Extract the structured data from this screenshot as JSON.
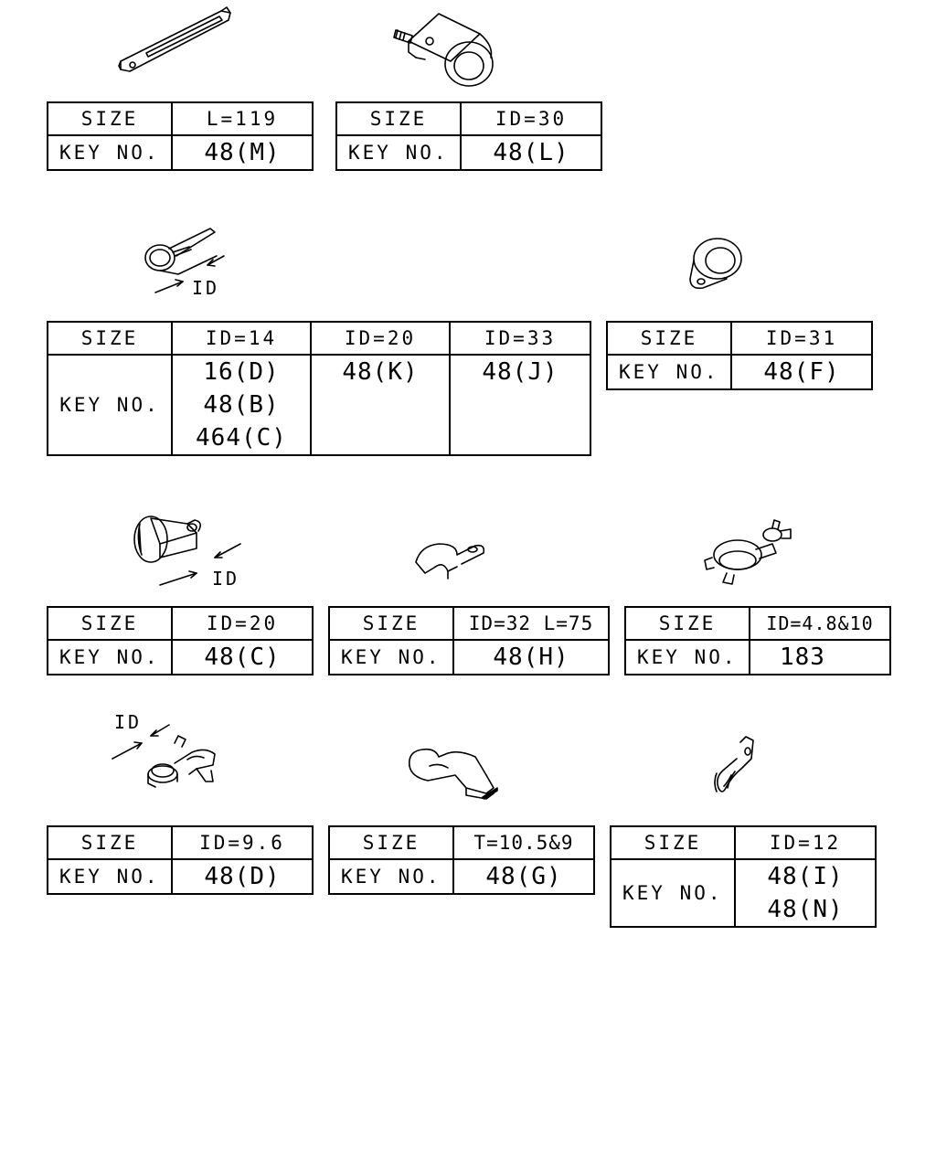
{
  "labels": {
    "size": "SIZE",
    "key": "KEY NO.",
    "id": "ID"
  },
  "tables": [
    {
      "size": [
        "L=119"
      ],
      "keys": [
        [
          "48(M)"
        ]
      ]
    },
    {
      "size": [
        "ID=30"
      ],
      "keys": [
        [
          "48(L)"
        ]
      ]
    },
    {
      "size": [
        "ID=14",
        "ID=20",
        "ID=33"
      ],
      "keys": [
        [
          "16(D)",
          "48(B)",
          "464(C)"
        ],
        [
          "48(K)"
        ],
        [
          "48(J)"
        ]
      ]
    },
    {
      "size": [
        "ID=31"
      ],
      "keys": [
        [
          "48(F)"
        ]
      ]
    },
    {
      "size": [
        "ID=20"
      ],
      "keys": [
        [
          "48(C)"
        ]
      ]
    },
    {
      "size": [
        "ID=32 L=75"
      ],
      "keys": [
        [
          "48(H)"
        ]
      ]
    },
    {
      "size": [
        "ID=4.8&10"
      ],
      "keys": [
        [
          "183"
        ]
      ]
    },
    {
      "size": [
        "ID=9.6"
      ],
      "keys": [
        [
          "48(D)"
        ]
      ]
    },
    {
      "size": [
        "T=10.5&9"
      ],
      "keys": [
        [
          "48(G)"
        ]
      ]
    },
    {
      "size": [
        "ID=12"
      ],
      "keys": [
        [
          "48(I)",
          "48(N)"
        ]
      ]
    }
  ]
}
